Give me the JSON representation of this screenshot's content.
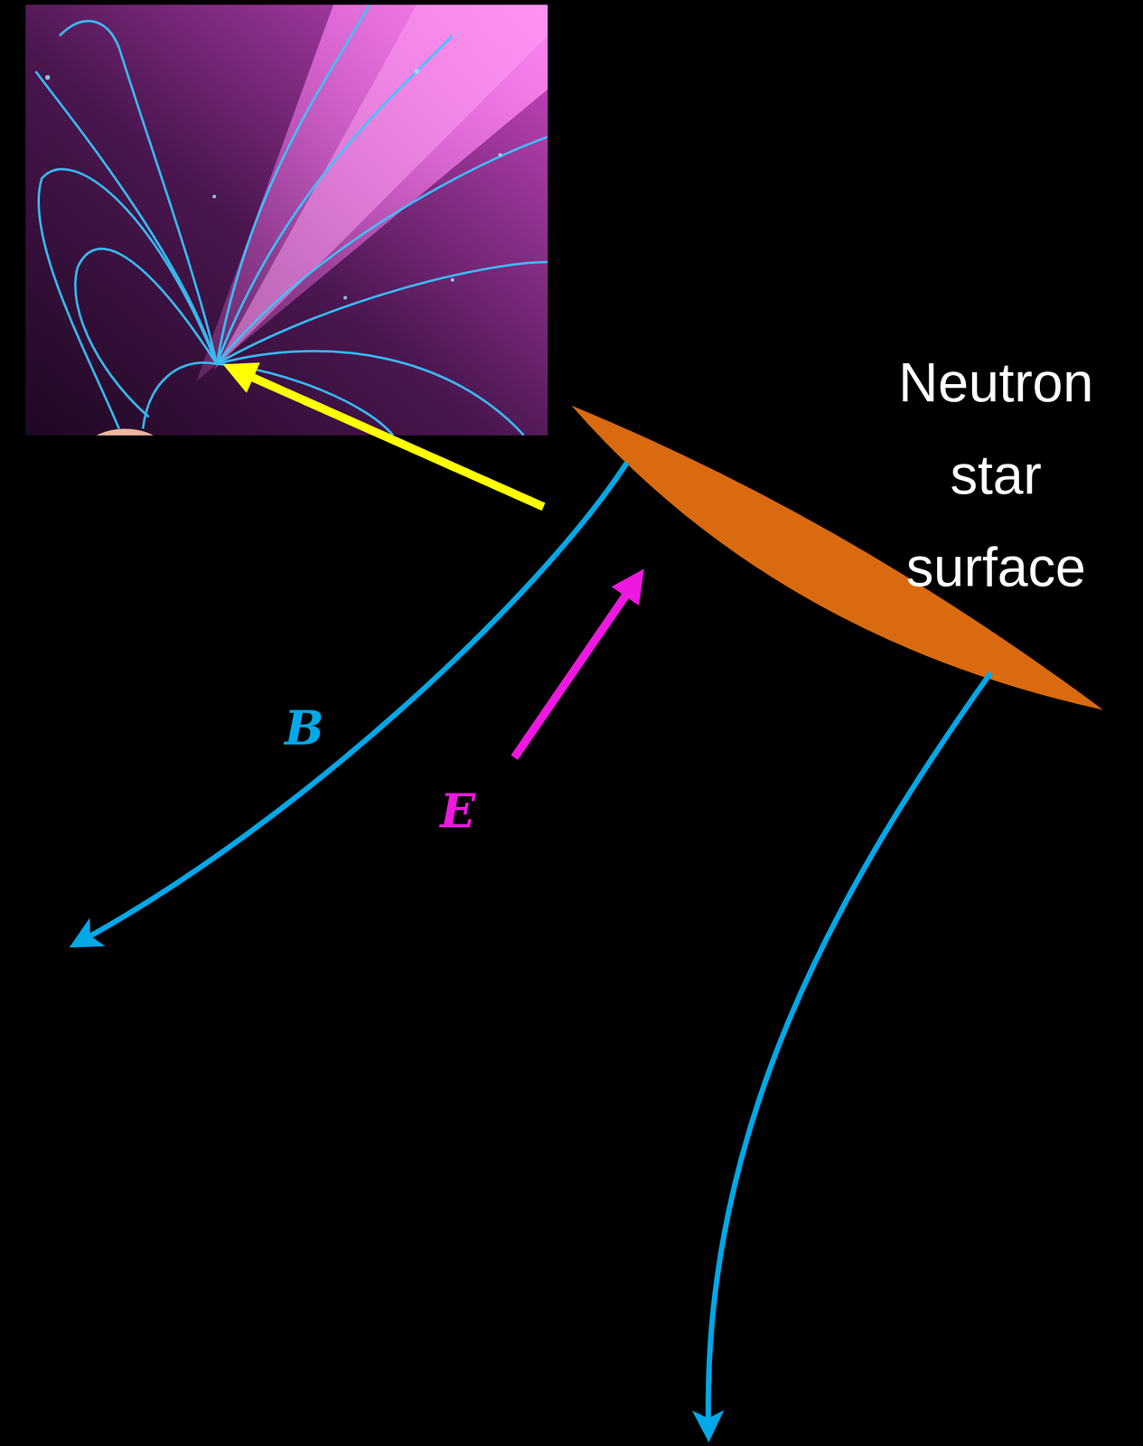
{
  "diagram": {
    "labels": [
      "Neutron star surface",
      "B",
      "E"
    ]
  }
}
